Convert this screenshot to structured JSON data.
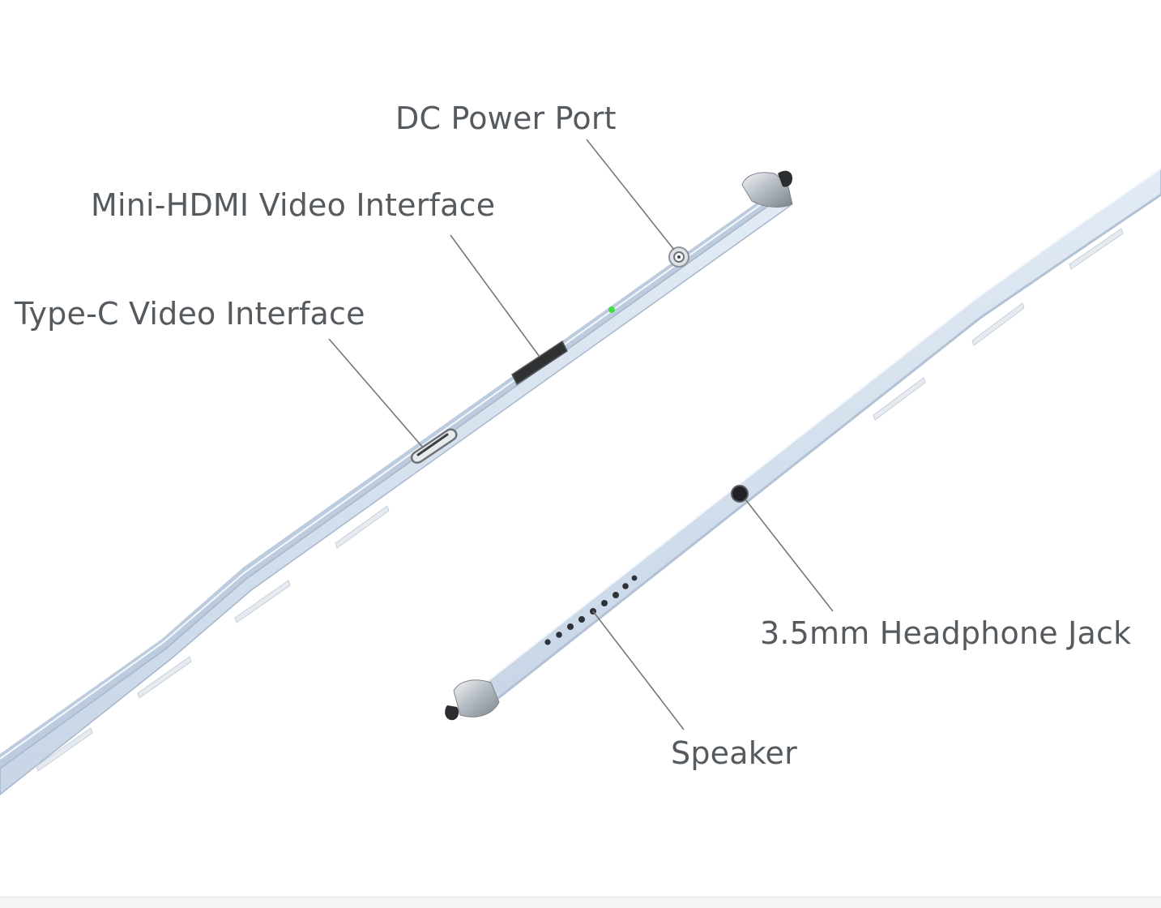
{
  "callouts": {
    "dc_power_port": "DC Power Port",
    "mini_hdmi": "Mini-HDMI Video Interface",
    "type_c": "Type-C Video Interface",
    "headphone_jack": "3.5mm Headphone Jack",
    "speaker": "Speaker"
  },
  "colors": {
    "body": "#d3e0ef",
    "body_shade": "#b9c8d9",
    "edge": "#a9b9cb",
    "metal_dark": "#8d9299",
    "metal_light": "#eceff2",
    "port": "#2f3133",
    "indicator_led": "#3fe03f",
    "leader_line": "#777777",
    "label_text": "#555a5f"
  }
}
